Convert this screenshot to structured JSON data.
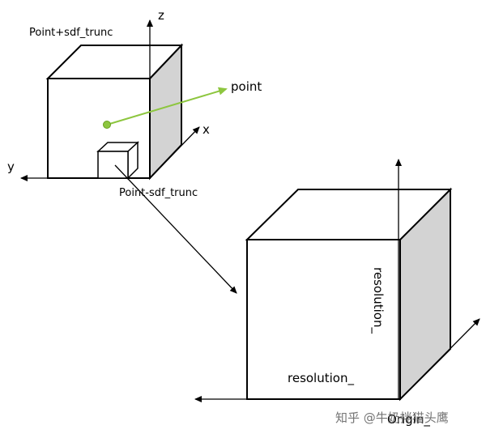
{
  "labels": {
    "z": "z",
    "x": "x",
    "y": "y",
    "point": "point",
    "point_plus": "Point+sdf_trunc",
    "point_minus": "Point-sdf_trunc",
    "resolution_vertical": "resolution_",
    "resolution_horizontal": "resolution_",
    "origin": "Origin_"
  },
  "watermark": "知乎 @牛奶拌猫头鹰",
  "colors": {
    "line": "#000000",
    "face_side": "#d3d3d3",
    "accent_green": "#8dc63f",
    "point_dot": "#6aa121"
  }
}
